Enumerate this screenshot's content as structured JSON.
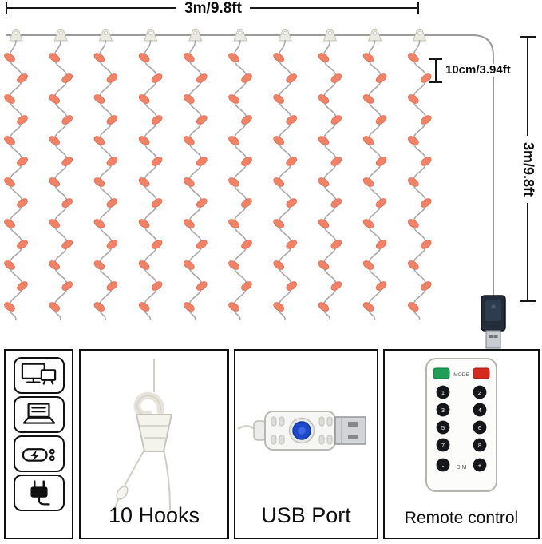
{
  "diagram": {
    "width_label": "3m/9.8ft",
    "spacing_label": "10cm/3.94ft",
    "height_label": "3m/9.8ft",
    "strand_count": 10,
    "lights_per_strand": 13,
    "light_color": "#f08268",
    "light_edge_color": "#dd6a50",
    "wire_color": "#a9a9a9",
    "hook_color": "#e9e9e1"
  },
  "features": {
    "power_sources": {
      "icons": [
        "monitor",
        "laptop",
        "power-bank",
        "plug"
      ]
    },
    "hooks": {
      "label": "10 Hooks"
    },
    "usb": {
      "label": "USB Port"
    },
    "remote": {
      "label": "Remote control",
      "mode_label": "MODE",
      "dim_label": "DIM",
      "buttons": [
        "1",
        "2",
        "3",
        "4",
        "5",
        "6",
        "7",
        "8"
      ],
      "dim_buttons": [
        "-",
        "+"
      ],
      "power_on_color": "#1e9e57",
      "power_off_color": "#d42a1e"
    }
  }
}
